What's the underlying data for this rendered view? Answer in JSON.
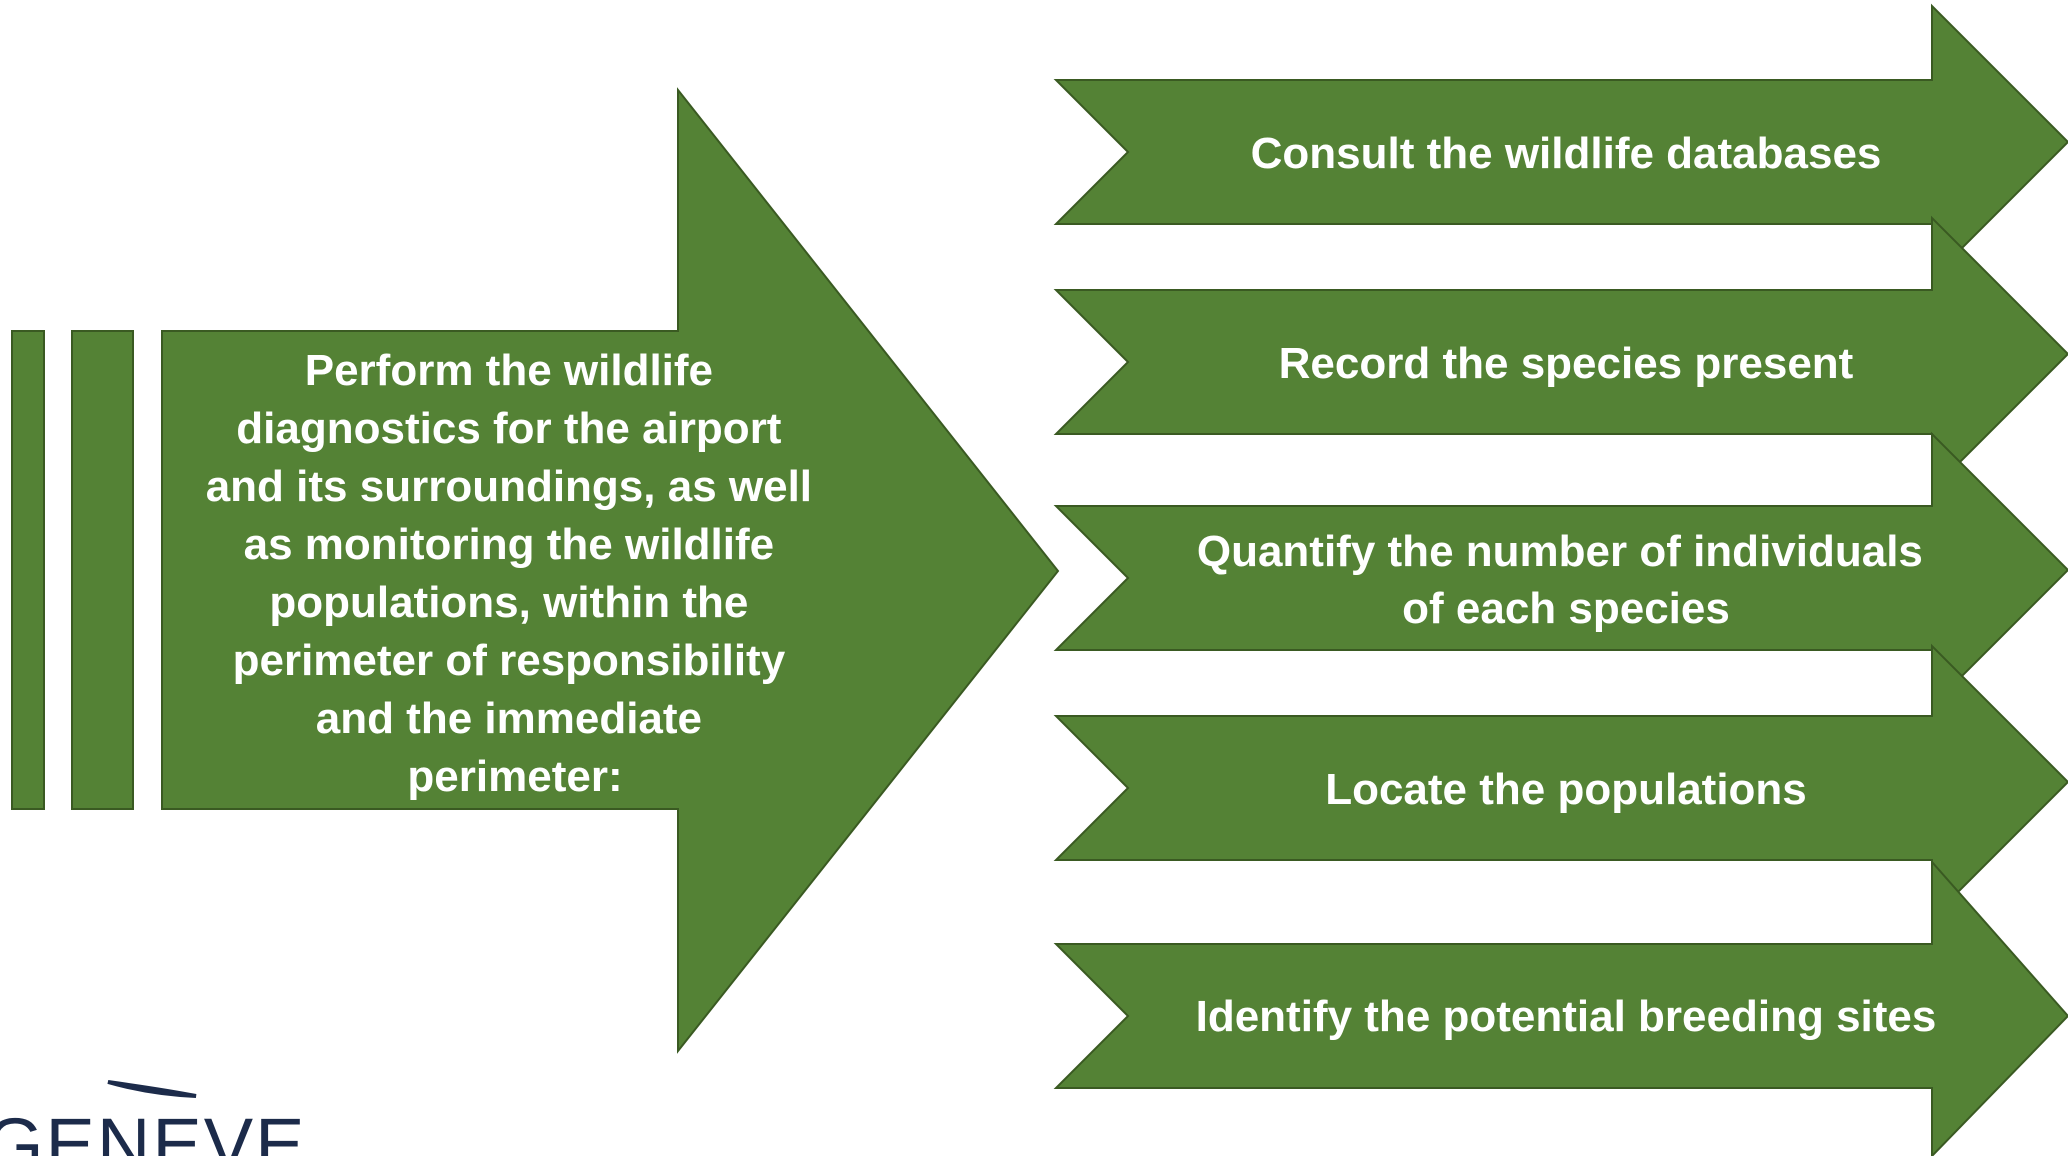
{
  "colors": {
    "arrow_fill": "#548235",
    "arrow_stroke": "#3a5a22",
    "text": "#ffffff",
    "logo": "#1c2b4a"
  },
  "main_arrow": {
    "lines": [
      "Perform the wildlife",
      "diagnostics for the airport",
      "and its surroundings, as well",
      "as monitoring the wildlife",
      "populations, within the",
      "perimeter of responsibility",
      "and the immediate",
      "perimeter:"
    ]
  },
  "steps": [
    {
      "lines": [
        "Consult the wildlife databases"
      ]
    },
    {
      "lines": [
        "Record the species present"
      ]
    },
    {
      "lines": [
        "Quantify the number of individuals",
        "of each species"
      ]
    },
    {
      "lines": [
        "Locate the populations"
      ]
    },
    {
      "lines": [
        "Identify the potential breeding sites"
      ]
    }
  ],
  "logo": {
    "text": "GENEVE",
    "icon": "geneve-airport-swoosh-logo"
  }
}
